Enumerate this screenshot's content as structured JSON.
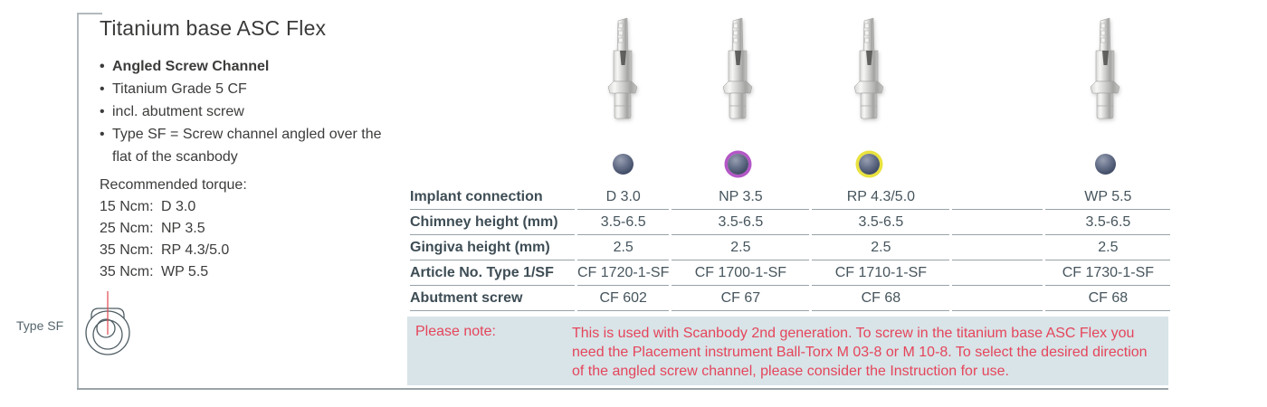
{
  "panel": {
    "title": "Titanium base ASC Flex",
    "bullet_char": "•",
    "bullets": [
      "Angled Screw Channel",
      "Titanium Grade 5 CF",
      "incl. abutment screw",
      "Type SF = Screw channel angled over the flat of the scanbody"
    ],
    "torque": {
      "heading": "Recommended torque:",
      "items": [
        {
          "torque": "15 Ncm:",
          "connection": "D 3.0"
        },
        {
          "torque": "25 Ncm:",
          "connection": "NP 3.5"
        },
        {
          "torque": "35 Ncm:",
          "connection": "RP 4.3/5.0"
        },
        {
          "torque": "35 Ncm:",
          "connection": "WP 5.5"
        }
      ]
    },
    "type_sf_label": "Type SF"
  },
  "products": [
    {
      "connection": "D 3.0",
      "ring_color": "none"
    },
    {
      "connection": "NP 3.5",
      "ring_color": "#b357c6"
    },
    {
      "connection": "RP 4.3/5.0",
      "ring_color": "#e9e23e"
    },
    {
      "connection": "WP 5.5",
      "ring_color": "none"
    }
  ],
  "table": {
    "rows": [
      {
        "label": "Implant connection",
        "values": [
          "D 3.0",
          "NP 3.5",
          "RP 4.3/5.0",
          "",
          "WP 5.5"
        ]
      },
      {
        "label": "Chimney height (mm)",
        "values": [
          "3.5-6.5",
          "3.5-6.5",
          "3.5-6.5",
          "",
          "3.5-6.5"
        ]
      },
      {
        "label": "Gingiva height (mm)",
        "values": [
          "2.5",
          "2.5",
          "2.5",
          "",
          "2.5"
        ]
      },
      {
        "label": "Article No. Type 1/SF",
        "values": [
          "CF 1720-1-SF",
          "CF 1700-1-SF",
          "CF 1710-1-SF",
          "",
          "CF 1730-1-SF"
        ]
      },
      {
        "label": "Abutment screw",
        "values": [
          "CF 602",
          "CF 67",
          "CF 68",
          "",
          "CF 68"
        ]
      }
    ]
  },
  "note": {
    "label": "Please note:",
    "text": "This is used with Scanbody 2nd generation. To screw in the titanium base ASC Flex you need the Placement instrument Ball-Torx M 03-8 or M 10-8. To select the desired direction of the angled screw channel, please consider the Instruction for use."
  },
  "colors": {
    "table_text": "#46555d",
    "note_text": "#e5455b",
    "note_bg": "#d8e4e8",
    "rule": "#97a2a7",
    "bracket": "#b3babd"
  }
}
